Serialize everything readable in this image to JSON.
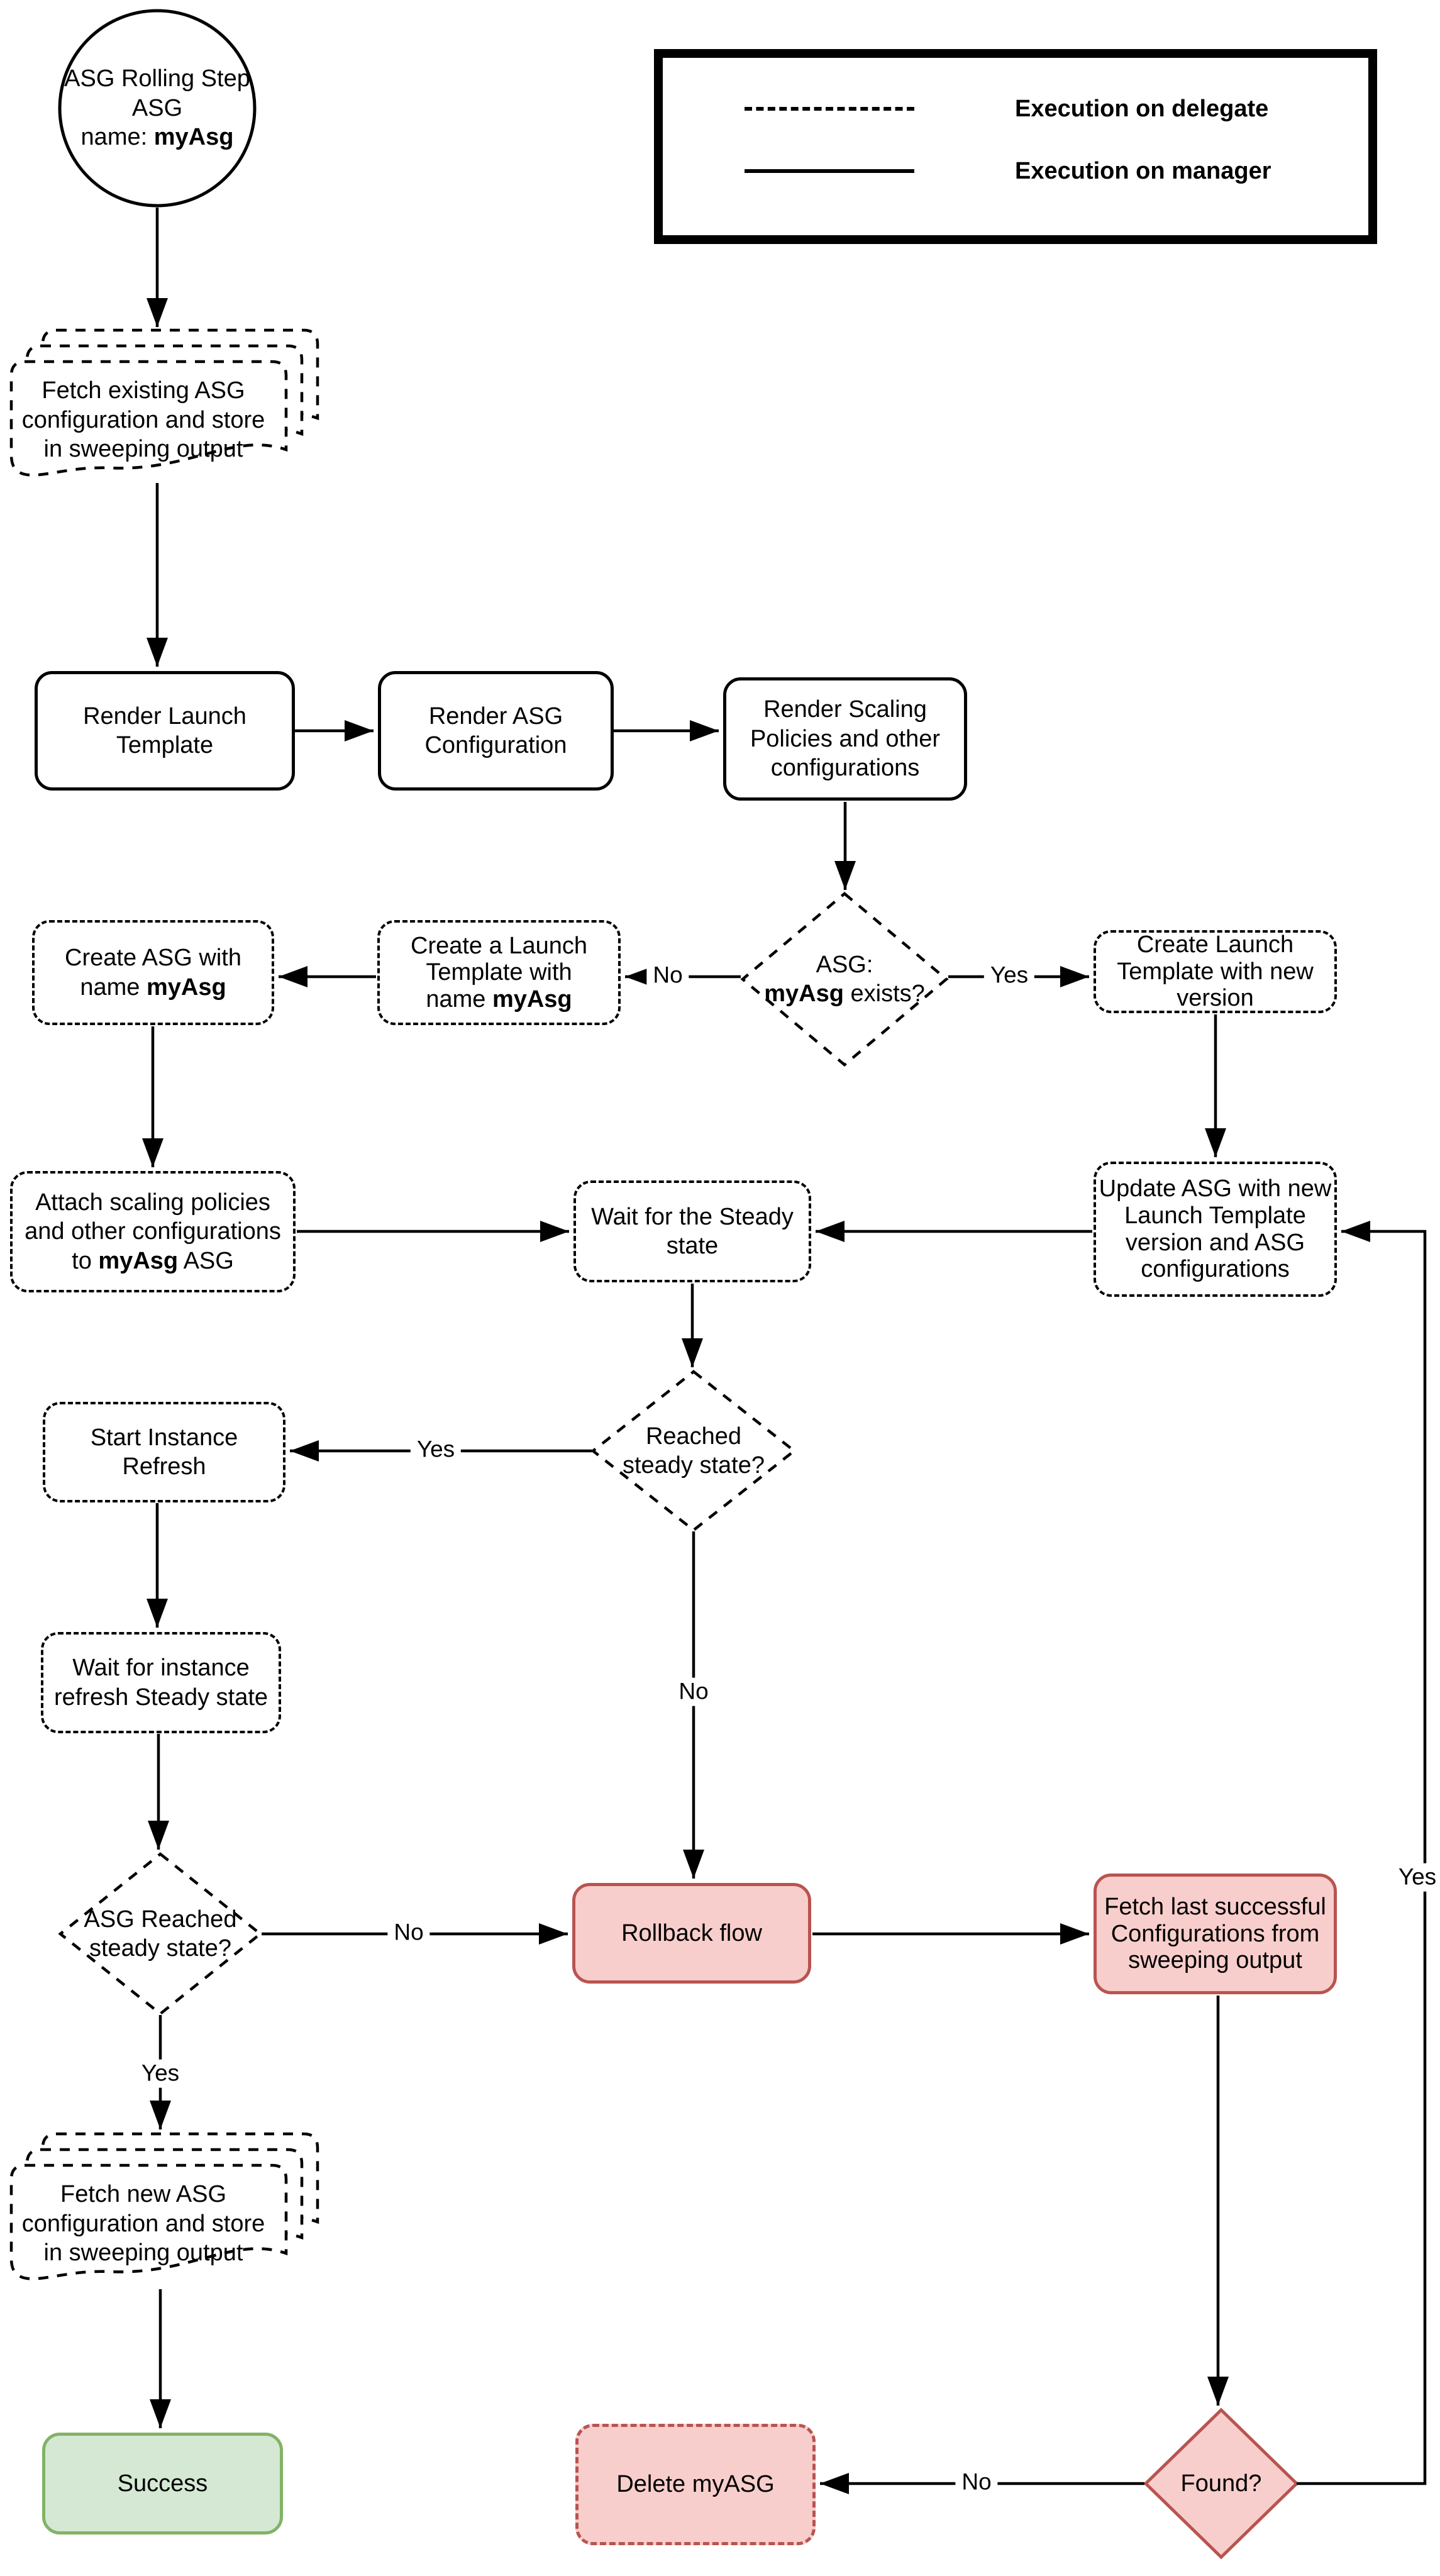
{
  "diagram": {
    "legend": {
      "delegate_label": "Execution on delegate",
      "manager_label": "Execution on manager"
    },
    "colors": {
      "danger_fill": "#f8cecc",
      "danger_border": "#b85450",
      "success_fill": "#d5e8d4",
      "success_border": "#82b366",
      "line": "#000000"
    },
    "nodes": {
      "start": {
        "line1": "ASG Rolling Step",
        "line2": "ASG",
        "name_prefix": "name: ",
        "name_value": "myAsg"
      },
      "fetch_existing": {
        "lines": [
          "Fetch existing ASG",
          "configuration and store",
          "in sweeping output"
        ]
      },
      "render_launch_template": {
        "lines": [
          "Render Launch",
          "Template"
        ]
      },
      "render_asg_configuration": {
        "lines": [
          "Render ASG",
          "Configuration"
        ]
      },
      "render_scaling_policies": {
        "lines": [
          "Render Scaling",
          "Policies and other",
          "configurations"
        ]
      },
      "asg_exists": {
        "line1": "ASG:",
        "bold": "myAsg",
        "rest": " exists?"
      },
      "create_launch_template_named": {
        "lines": [
          "Create a Launch",
          "Template with"
        ],
        "last_prefix": "name ",
        "last_bold": "myAsg"
      },
      "create_asg_named": {
        "lines": [
          "Create ASG with"
        ],
        "last_prefix": "name ",
        "last_bold": "myAsg"
      },
      "create_launch_template_new_version": {
        "lines": [
          "Create Launch",
          "Template with new",
          "version"
        ]
      },
      "attach_scaling_policies": {
        "lines": [
          "Attach scaling policies",
          "and other configurations"
        ],
        "last_prefix": "to ",
        "last_bold": "myAsg",
        "last_suffix": " ASG"
      },
      "wait_steady": {
        "lines": [
          "Wait for the Steady",
          "state"
        ]
      },
      "update_asg": {
        "lines": [
          "Update ASG with new",
          "Launch Template",
          "version and ASG",
          "configurations"
        ]
      },
      "reached_steady": {
        "lines": [
          "Reached",
          "steady state?"
        ]
      },
      "start_instance_refresh": {
        "lines": [
          "Start Instance",
          "Refresh"
        ]
      },
      "wait_instance_refresh": {
        "lines": [
          "Wait for instance",
          "refresh Steady state"
        ]
      },
      "asg_reached_steady": {
        "lines": [
          "ASG Reached",
          "steady state?"
        ]
      },
      "rollback_flow": {
        "lines": [
          "Rollback flow"
        ]
      },
      "fetch_last_successful": {
        "lines": [
          "Fetch last successful",
          "Configurations from",
          "sweeping output"
        ]
      },
      "fetch_new_asg": {
        "lines": [
          "Fetch new ASG",
          "configuration and store",
          "in sweeping output"
        ]
      },
      "success": {
        "lines": [
          "Success"
        ]
      },
      "delete_myasg": {
        "lines": [
          "Delete myASG"
        ]
      },
      "found": {
        "lines": [
          "Found?"
        ]
      }
    },
    "edge_labels": {
      "asg_exists_no": "No",
      "asg_exists_yes": "Yes",
      "reached_steady_yes": "Yes",
      "reached_steady_no": "No",
      "asg_reached_no": "No",
      "asg_reached_yes": "Yes",
      "found_no": "No",
      "found_yes": "Yes"
    }
  }
}
